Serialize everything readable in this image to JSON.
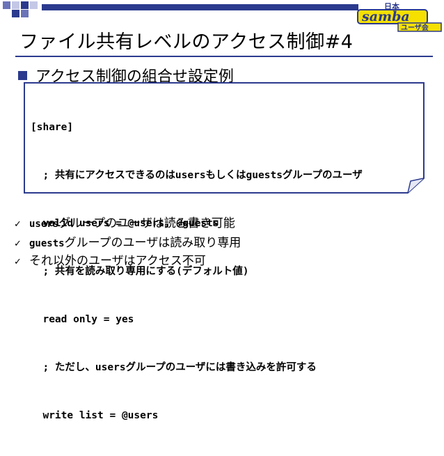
{
  "slide": {
    "title": "ファイル共有レベルのアクセス制御#4",
    "bullet": "アクセス制御の組合せ設定例",
    "logo": {
      "top": "日本",
      "middle": "samba",
      "bottom": "ユーザ会"
    },
    "code_lines": [
      "[share]",
      "  ; 共有にアクセスできるのはusersもしくはguestsグループのユーザ",
      "  valid users = @users, @guests",
      "  ; 共有を読み取り専用にする(デフォルト値)",
      "  read only = yes",
      "  ; ただし、usersグループのユーザには書き込みを許可する",
      "  write list = @users"
    ],
    "sub_items": [
      {
        "mono": "users",
        "text": "グループのユーザは読み書き可能"
      },
      {
        "mono": "guests",
        "text": "グループのユーザは読み取り専用"
      },
      {
        "mono": "",
        "text": "それ以外のユーザはアクセス不可"
      }
    ],
    "check_icon": "✓",
    "colors": {
      "accent": "#2b3a8e",
      "logo_yellow": "#f5e000"
    }
  }
}
